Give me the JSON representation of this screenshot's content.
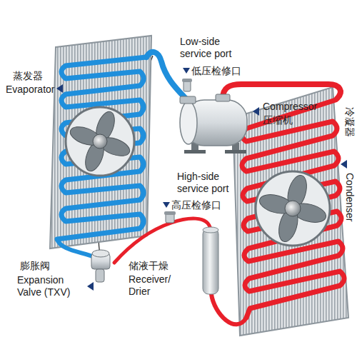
{
  "diagram": {
    "labels": [
      "Low-side service port",
      "低压检修口",
      "蒸发器",
      "Evaporator",
      "Compressor",
      "压缩机",
      "冷凝器",
      "High-side service port",
      "高压检修口",
      "Condenser",
      "膨胀阀",
      "Expansion Valve (TXV)",
      "储液干燥",
      "Receiver/ Drier"
    ]
  }
}
